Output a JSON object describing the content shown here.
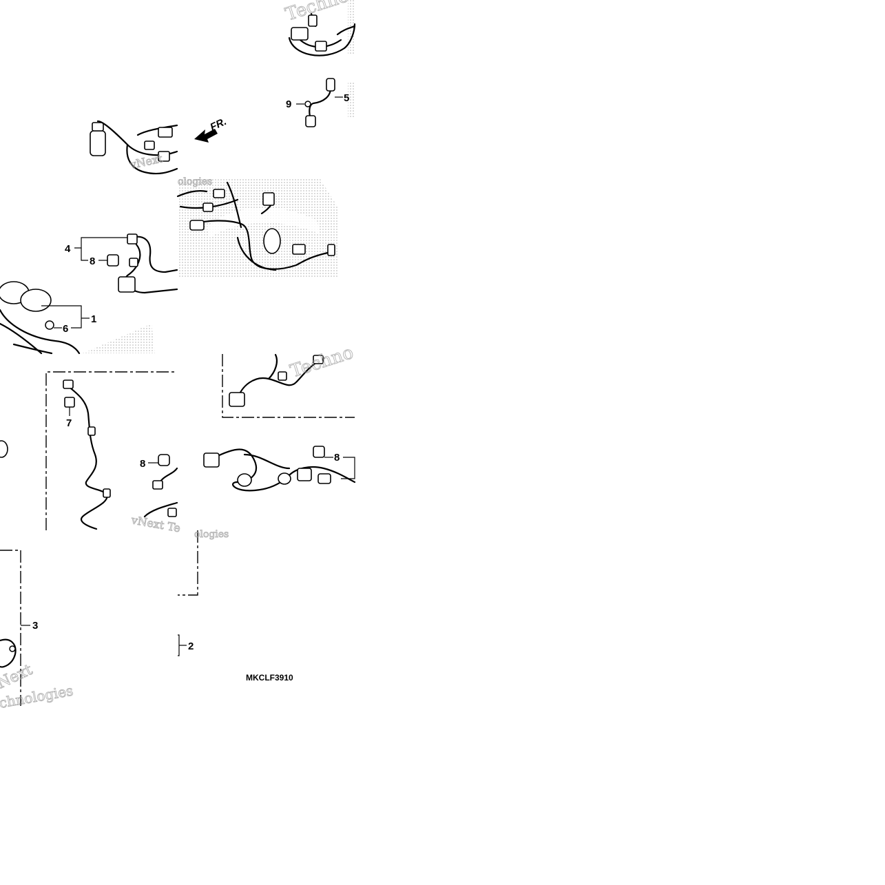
{
  "diagram": {
    "part_numbers": [
      "1",
      "2",
      "3",
      "4",
      "5",
      "6",
      "7",
      "8",
      "9"
    ],
    "labels": {
      "p1": "1",
      "p2": "2",
      "p3": "3",
      "p4": "4",
      "p5": "5",
      "p6": "6",
      "p7": "7",
      "p8a": "8",
      "p8b": "8",
      "p8c": "8",
      "p9": "9"
    },
    "direction_marker": "FR.",
    "diagram_code": "MKCLF3910",
    "watermark_text": [
      "Techno",
      "vNext",
      "ologies",
      "Techno",
      "vNext Te",
      "ologies",
      "Next",
      "chnologies"
    ],
    "colors": {
      "line": "#000000",
      "watermark": "#9a9a9a",
      "stipple": "#b0b0b0",
      "background": "#ffffff"
    }
  }
}
